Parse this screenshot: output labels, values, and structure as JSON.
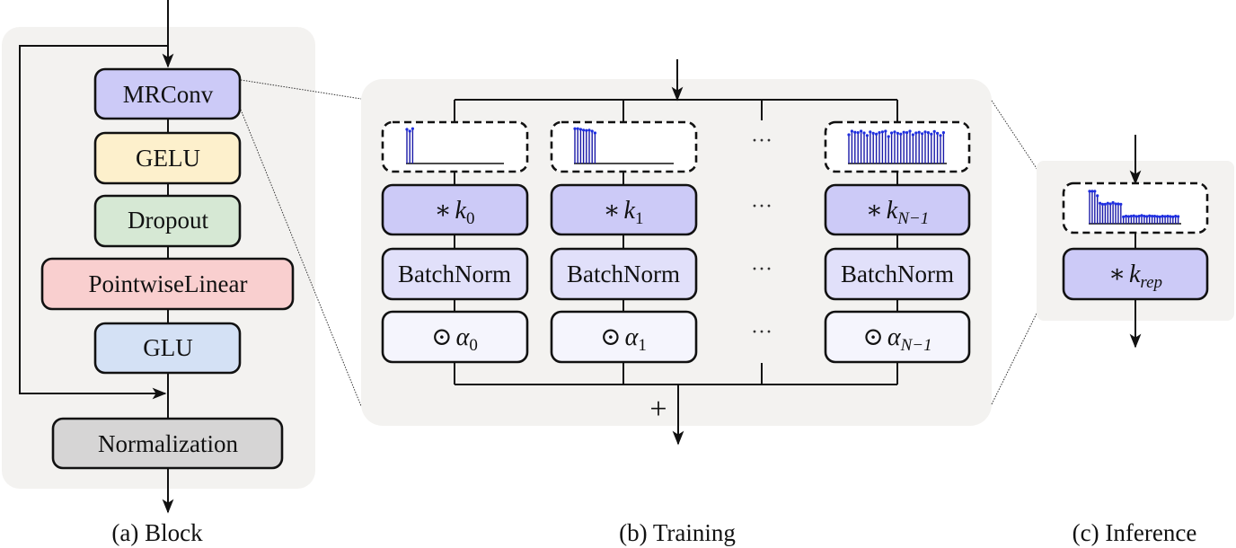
{
  "block": {
    "caption": "(a) Block",
    "layers": [
      {
        "label": "MRConv",
        "color": "#cccaf7"
      },
      {
        "label": "GELU",
        "color": "#fdf0cc"
      },
      {
        "label": "Dropout",
        "color": "#d6e8d4"
      },
      {
        "label": "PointwiseLinear",
        "color": "#f9cfcf"
      },
      {
        "label": "GLU",
        "color": "#d4e1f5"
      },
      {
        "label": "Normalization",
        "color": "#d6d5d5"
      }
    ]
  },
  "training": {
    "caption": "(b) Training",
    "ellipsis": "···",
    "sum_symbol": "+",
    "branches": [
      {
        "conv_star": "∗",
        "kernel_var": "k",
        "kernel_sub": "0",
        "norm_label": "BatchNorm",
        "scale_op": "⊙",
        "scale_var": "α",
        "scale_sub": "0",
        "kernel_length": 3
      },
      {
        "conv_star": "∗",
        "kernel_var": "k",
        "kernel_sub": "1",
        "norm_label": "BatchNorm",
        "scale_op": "⊙",
        "scale_var": "α",
        "scale_sub": "1",
        "kernel_length": 8
      },
      {
        "conv_star": "∗",
        "kernel_var": "k",
        "kernel_sub": "N−1",
        "norm_label": "BatchNorm",
        "scale_op": "⊙",
        "scale_var": "α",
        "scale_sub": "N−1",
        "kernel_length": 32
      }
    ],
    "colors": {
      "conv": "#cccaf7",
      "norm": "#e1e0fa",
      "scale": "#f5f5fd"
    }
  },
  "inference": {
    "caption": "(c) Inference",
    "conv_star": "∗",
    "kernel_var": "k",
    "kernel_sub": "rep",
    "color": "#cccaf7"
  },
  "kernels": {
    "k0": [
      0.95,
      0.9,
      0.97
    ],
    "k1": [
      0.97,
      0.97,
      0.95,
      0.93,
      0.92,
      0.93,
      0.9,
      0.85
    ],
    "kN": [
      0.8,
      0.9,
      0.87,
      0.86,
      0.9,
      0.85,
      0.78,
      0.88,
      0.84,
      0.82,
      0.86,
      0.88,
      0.9,
      0.75,
      0.85,
      0.88,
      0.84,
      0.82,
      0.87,
      0.86,
      0.9,
      0.8,
      0.85,
      0.87,
      0.83,
      0.88,
      0.86,
      0.82,
      0.89,
      0.84,
      0.78,
      0.86
    ],
    "krep": [
      0.95,
      0.95,
      0.95,
      0.82,
      0.6,
      0.57,
      0.57,
      0.6,
      0.58,
      0.62,
      0.58,
      0.58,
      0.57,
      0.2,
      0.22,
      0.21,
      0.22,
      0.23,
      0.21,
      0.22,
      0.24,
      0.22,
      0.21,
      0.23,
      0.22,
      0.22,
      0.21,
      0.2,
      0.22,
      0.21,
      0.22,
      0.21,
      0.2,
      0.22,
      0.21
    ]
  }
}
